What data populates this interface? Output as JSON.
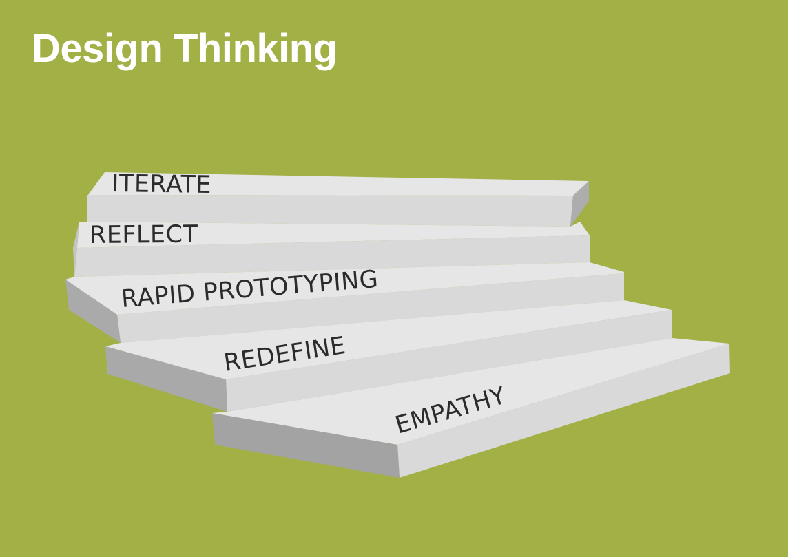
{
  "title": "Design Thinking",
  "colors": {
    "background": "#a3b046",
    "title": "#ffffff",
    "step_top": "#e4e4e4",
    "step_front": "#d7d7d7",
    "step_side": "#a9a9a9",
    "label": "#2b2b2b"
  },
  "steps": [
    {
      "label": "ITERATE"
    },
    {
      "label": "REFLECT"
    },
    {
      "label": "RAPID PROTOTYPING"
    },
    {
      "label": "REDEFINE"
    },
    {
      "label": "EMPATHY"
    }
  ]
}
